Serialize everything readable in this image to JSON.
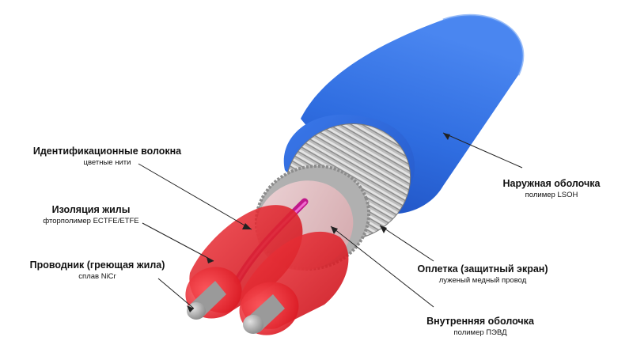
{
  "labels": {
    "identification_fibers": {
      "title": "Идентификационные волокна",
      "sub": "цветные нити"
    },
    "core_insulation": {
      "title": "Изоляция жилы",
      "sub": "фторполимер ECTFE/ETFE"
    },
    "conductor": {
      "title": "Проводник (греющая жила)",
      "sub": "сплав NiCr"
    },
    "outer_sheath": {
      "title": "Наружная оболочка",
      "sub": "полимер LSOH"
    },
    "braid": {
      "title": "Оплетка (защитный экран)",
      "sub": "луженый медный провод"
    },
    "inner_sheath": {
      "title": "Внутренняя оболочка",
      "sub": "полимер ПЭВД"
    }
  },
  "colors": {
    "outer_sheath": "#2f6de0",
    "braid": "#b9b9b9",
    "inner_sheath": "#f2c9cd",
    "core_insulation": "#e8222c",
    "conductor": "#9a9a9a",
    "fibers": "#c0188a",
    "leader_line": "#222222"
  }
}
